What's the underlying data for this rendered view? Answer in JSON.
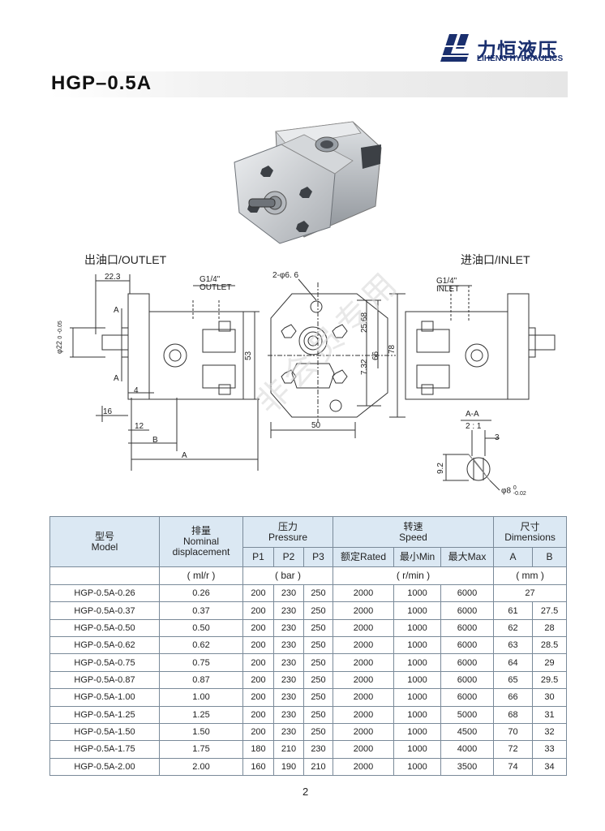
{
  "logo": {
    "mark": "LH",
    "cn": "力恒液压",
    "en": "LIHENG HYDRAULICS",
    "color": "#1a2f6e"
  },
  "title": "HGP–0.5A",
  "watermark": "非会员专用",
  "labels": {
    "outlet": "出油口/OUTLET",
    "inlet": "进油口/INLET",
    "g14_outlet_line1": "G1/4\"",
    "g14_outlet_line2": "OUTLET",
    "g14_inlet_line1": "G1/4\"",
    "g14_inlet_line2": "INLET",
    "d223": "22.3",
    "a": "A",
    "phi22": "φ22",
    "phi22_tol_top": "0",
    "phi22_tol_bot": "-0.05",
    "d16": "16",
    "d4": "4",
    "d12": "12",
    "b": "B",
    "d53": "53",
    "holes": "2-φ6. 6",
    "d2568": "25.68",
    "d66": "66",
    "d78": "78",
    "d732": "7.32",
    "d50": "50",
    "section": "A-A",
    "scale": "2 : 1",
    "d3": "3",
    "d92": "9.2",
    "phi8": "φ8",
    "phi8_tol_top": "0",
    "phi8_tol_bot": "-0.02"
  },
  "table": {
    "head": {
      "model_cn": "型号",
      "model_en": "Model",
      "disp_cn": "排量",
      "disp_en1": "Nominal",
      "disp_en2": "displacement",
      "press_cn": "压力",
      "press_en": "Pressure",
      "speed_cn": "转速",
      "speed_en": "Speed",
      "dim_cn": "尺寸",
      "dim_en": "Dimensions",
      "p1": "P1",
      "p2": "P2",
      "p3": "P3",
      "rated": "额定Rated",
      "min": "最小Min",
      "max": "最大Max",
      "a": "A",
      "b": "B",
      "unit_disp": "( ml/r )",
      "unit_press": "( bar )",
      "unit_speed": "( r/min )",
      "unit_dim": "( mm )"
    },
    "rows": [
      [
        "HGP-0.5A-0.26",
        "0.26",
        "200",
        "230",
        "250",
        "2000",
        "1000",
        "6000",
        "27",
        ""
      ],
      [
        "HGP-0.5A-0.37",
        "0.37",
        "200",
        "230",
        "250",
        "2000",
        "1000",
        "6000",
        "61",
        "27.5"
      ],
      [
        "HGP-0.5A-0.50",
        "0.50",
        "200",
        "230",
        "250",
        "2000",
        "1000",
        "6000",
        "62",
        "28"
      ],
      [
        "HGP-0.5A-0.62",
        "0.62",
        "200",
        "230",
        "250",
        "2000",
        "1000",
        "6000",
        "63",
        "28.5"
      ],
      [
        "HGP-0.5A-0.75",
        "0.75",
        "200",
        "230",
        "250",
        "2000",
        "1000",
        "6000",
        "64",
        "29"
      ],
      [
        "HGP-0.5A-0.87",
        "0.87",
        "200",
        "230",
        "250",
        "2000",
        "1000",
        "6000",
        "65",
        "29.5"
      ],
      [
        "HGP-0.5A-1.00",
        "1.00",
        "200",
        "230",
        "250",
        "2000",
        "1000",
        "6000",
        "66",
        "30"
      ],
      [
        "HGP-0.5A-1.25",
        "1.25",
        "200",
        "230",
        "250",
        "2000",
        "1000",
        "5000",
        "68",
        "31"
      ],
      [
        "HGP-0.5A-1.50",
        "1.50",
        "200",
        "230",
        "250",
        "2000",
        "1000",
        "4500",
        "70",
        "32"
      ],
      [
        "HGP-0.5A-1.75",
        "1.75",
        "180",
        "210",
        "230",
        "2000",
        "1000",
        "4000",
        "72",
        "33"
      ],
      [
        "HGP-0.5A-2.00",
        "2.00",
        "160",
        "190",
        "210",
        "2000",
        "1000",
        "3500",
        "74",
        "34"
      ]
    ]
  },
  "page_number": "2"
}
